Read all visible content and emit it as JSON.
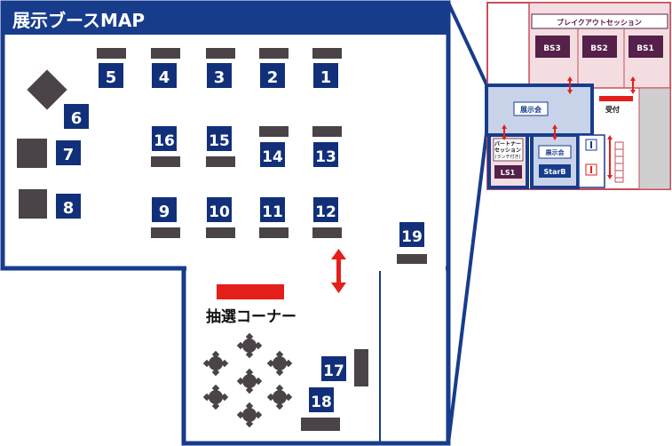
{
  "title": "展示ブースMAP",
  "colors": {
    "frame": "#173c8c",
    "booth_num_bg": "#12307a",
    "booth_num_text": "#ffffff",
    "table": "#4a4347",
    "red": "#e41f1a",
    "seminar_bg": "#f4dde0",
    "seminar_dark": "#55204a",
    "expo_highlight": "#c8d3ea",
    "gray_room": "#cfcfcf"
  },
  "booths": [
    "1",
    "2",
    "3",
    "4",
    "5",
    "6",
    "7",
    "8",
    "9",
    "10",
    "11",
    "12",
    "13",
    "14",
    "15",
    "16",
    "17",
    "18",
    "19"
  ],
  "lottery_label": "抽選コーナー",
  "overview": {
    "breakout_label": "ブレイクアウトセッション",
    "rooms": {
      "bs3": "BS3",
      "bs2": "BS2",
      "bs1": "BS1"
    },
    "expo_label": "展示会",
    "reception_label": "受付",
    "partner_line1": "パートナー",
    "partner_line2": "セッション",
    "partner_line3": "(ランチ付き)",
    "ls1": "LS1",
    "expo2_label": "展示会",
    "starb": "StarB"
  }
}
